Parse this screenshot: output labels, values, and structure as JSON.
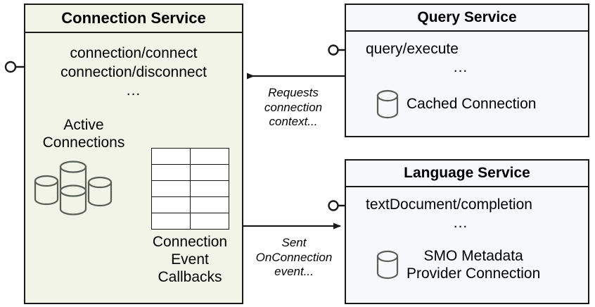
{
  "diagram": {
    "title": "Connection Service interactions",
    "colors": {
      "connection_service_fill": "#f1f4e6",
      "service_fill": "#f7f8fb",
      "stroke": "#1a1a1a",
      "icon_stroke": "#595e55",
      "table_fill": "#ffffff"
    }
  },
  "connection_service": {
    "title": "Connection Service",
    "operations": [
      "connection/connect",
      "connection/disconnect",
      "..."
    ],
    "active_connections": {
      "label_line1": "Active",
      "label_line2": "Connections",
      "icon": "database-cluster-icon",
      "cylinder_count": 4
    },
    "callbacks": {
      "label_line1": "Connection",
      "label_line2": "Event",
      "label_line3": "Callbacks",
      "icon": "table-grid-icon",
      "table_rows": 5,
      "table_cols": 2
    },
    "provided_interface_icon": "lollipop-interface-icon"
  },
  "query_service": {
    "title": "Query Service",
    "operations": [
      "query/execute",
      "..."
    ],
    "resource": {
      "icon": "database-cylinder-icon",
      "label_line1": "Cached Connection"
    },
    "provided_interface_icon": "lollipop-interface-icon"
  },
  "language_service": {
    "title": "Language Service",
    "operations": [
      "textDocument/completion",
      "..."
    ],
    "resource": {
      "icon": "database-cylinder-icon",
      "label_line1": "SMO Metadata",
      "label_line2": "Provider Connection"
    },
    "provided_interface_icon": "lollipop-interface-icon"
  },
  "edges": [
    {
      "id": "query-to-connection",
      "from": "Query Service",
      "to": "Connection Service",
      "direction": "left",
      "label_line1": "Requests",
      "label_line2": "connection",
      "label_line3": "context..."
    },
    {
      "id": "connection-to-language",
      "from": "Connection Service",
      "to": "Language Service",
      "direction": "right",
      "label_line1": "Sent",
      "label_line2": "OnConnection",
      "label_line3": "event..."
    }
  ]
}
